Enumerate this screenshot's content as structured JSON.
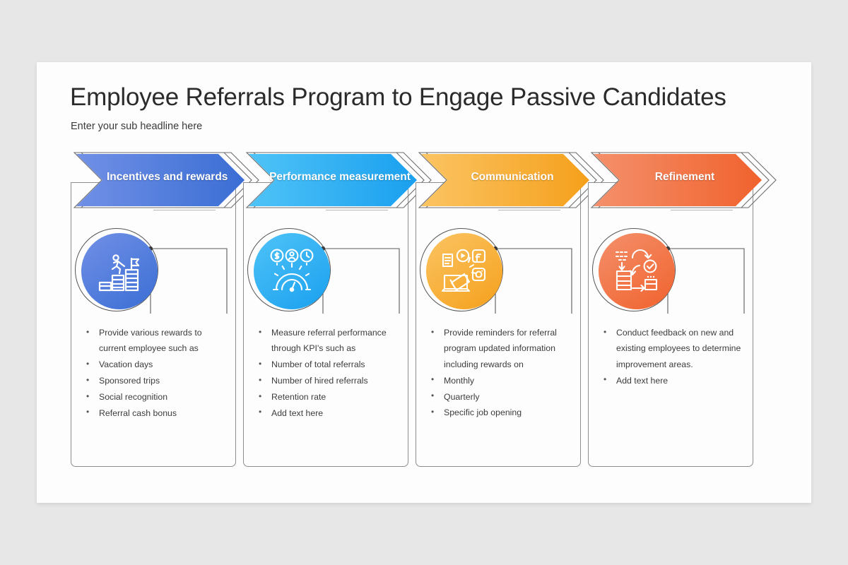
{
  "slide": {
    "title": "Employee Referrals Program to Engage Passive Candidates",
    "subtitle": "Enter your sub headline here"
  },
  "columns": [
    {
      "banner_label": "Incentives and rewards",
      "icon_name": "career-growth-stairs-flag-icon",
      "color_start": "#7190e6",
      "color_end": "#3a6ed4",
      "bullets": [
        "Provide various rewards to current employee such as",
        "Vacation days",
        "Sponsored trips",
        "Social recognition",
        "Referral cash bonus"
      ]
    },
    {
      "banner_label": "Performance measurement",
      "icon_name": "performance-gauge-gear-icon",
      "color_start": "#4fc3f7",
      "color_end": "#1aa0ef",
      "bullets": [
        "Measure referral performance through KPI's such as",
        "Number of total referrals",
        "Number of hired referrals",
        "Retention rate",
        "Add text here"
      ]
    },
    {
      "banner_label": "Communication",
      "icon_name": "megaphone-social-media-icon",
      "color_start": "#fbc463",
      "color_end": "#f5a01b",
      "bullets": [
        "Provide reminders for referral program updated information including rewards on",
        "Monthly",
        "Quarterly",
        "Specific job opening"
      ]
    },
    {
      "banner_label": "Refinement",
      "icon_name": "process-improvement-cycle-icon",
      "color_start": "#f4906b",
      "color_end": "#f0622d",
      "bullets": [
        "Conduct feedback on new and existing employees to determine improvement areas.",
        "Add text here"
      ]
    }
  ]
}
